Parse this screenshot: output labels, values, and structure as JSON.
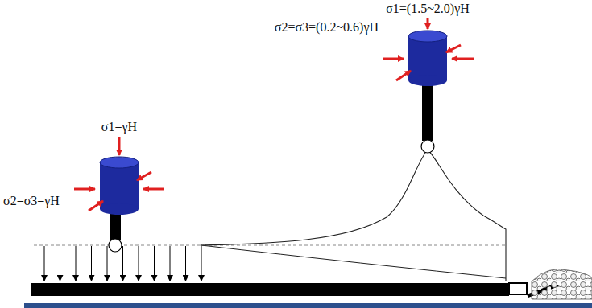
{
  "diagram": {
    "labels": [
      "σ1=(1.5~2.0)γH",
      "σ2=σ3=(0.2~0.6)γH",
      "σ1=γH",
      "σ2=σ3=γH"
    ]
  }
}
